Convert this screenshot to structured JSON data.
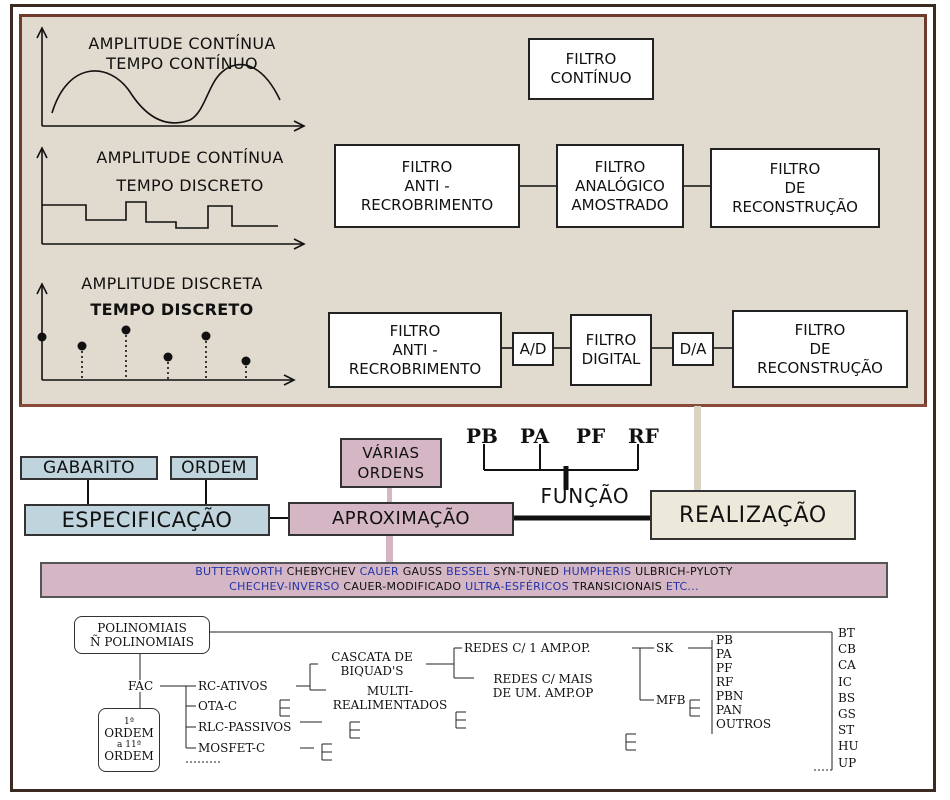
{
  "top": {
    "sig1": [
      "AMPLITUDE CONTÍNUA",
      "TEMPO CONTÍNUO"
    ],
    "sig2": [
      "AMPLITUDE CONTÍNUA",
      "TEMPO DISCRETO"
    ],
    "sig3": [
      "AMPLITUDE DISCRETA",
      "TEMPO DISCRETO"
    ],
    "filtro_continuo": [
      "FILTRO",
      "CONTÍNUO"
    ],
    "row2": {
      "anti": [
        "FILTRO",
        "ANTI -",
        "RECROBRIMENTO"
      ],
      "analogico": [
        "FILTRO",
        "ANALÓGICO",
        "AMOSTRADO"
      ],
      "recon": [
        "FILTRO",
        "DE",
        "RECONSTRUÇÃO"
      ]
    },
    "row3": {
      "anti": [
        "FILTRO",
        "ANTI -",
        "RECROBRIMENTO"
      ],
      "ad": "A/D",
      "digital": [
        "FILTRO",
        "DIGITAL"
      ],
      "da": "D/A",
      "recon": [
        "FILTRO",
        "DE",
        "RECONSTRUÇÃO"
      ]
    }
  },
  "bottom": {
    "gabarito": "GABARITO",
    "ordem": "ORDEM",
    "varias_ordens": [
      "VÁRIAS",
      "ORDENS"
    ],
    "especificacao": "ESPECIFICAÇÃO",
    "aproximacao": "APROXIMAÇÃO",
    "funcao": "FUNÇÃO",
    "realizacao": "REALIZAÇÃO",
    "funcoes": [
      "PB",
      "PA",
      "PF",
      "RF"
    ],
    "approx_line1": [
      {
        "t": "BUTTERWORTH",
        "blue": true
      },
      {
        "t": "CHEBYCHEV",
        "blue": false
      },
      {
        "t": "CAUER",
        "blue": true
      },
      {
        "t": "GAUSS",
        "blue": false
      },
      {
        "t": "BESSEL",
        "blue": true
      },
      {
        "t": "SYN-TUNED",
        "blue": false
      },
      {
        "t": "HUMPHERIS",
        "blue": true
      },
      {
        "t": "ULBRICH-PYLOTY",
        "blue": false
      }
    ],
    "approx_line2": [
      {
        "t": "CHECHEV-INVERSO",
        "blue": true
      },
      {
        "t": "CAUER-MODIFICADO",
        "blue": false
      },
      {
        "t": "ULTRA-ESFÉRICOS",
        "blue": true
      },
      {
        "t": "TRANSICIONAIS",
        "blue": false
      },
      {
        "t": "ETC...",
        "blue": true
      }
    ],
    "tree": {
      "polinomiais": [
        "POLINOMIAIS",
        "Ñ POLINOMIAIS"
      ],
      "fac": "FAC",
      "ordem_box": [
        "1ª",
        "ORDEM",
        "a 11ª",
        "ORDEM"
      ],
      "tecnologias": [
        "RC-ATIVOS",
        "OTA-C",
        "RLC-PASSIVOS",
        "MOSFET-C"
      ],
      "cascata": [
        "CASCATA DE",
        "BIQUAD'S"
      ],
      "multi": [
        "MULTI-",
        "REALIMENTADOS"
      ],
      "redes1": "REDES C/ 1 AMP.OP.",
      "redes2": [
        "REDES C/ MAIS",
        "DE UM. AMP.OP"
      ],
      "sk": "SK",
      "mfb": "MFB",
      "sk_tipos": [
        "PB",
        "PA",
        "PF",
        "RF",
        "PBN",
        "PAN",
        "OUTROS"
      ],
      "aprox_siglas": [
        "BT",
        "CB",
        "CA",
        "IC",
        "BS",
        "GS",
        "ST",
        "HU",
        "UP"
      ]
    }
  }
}
